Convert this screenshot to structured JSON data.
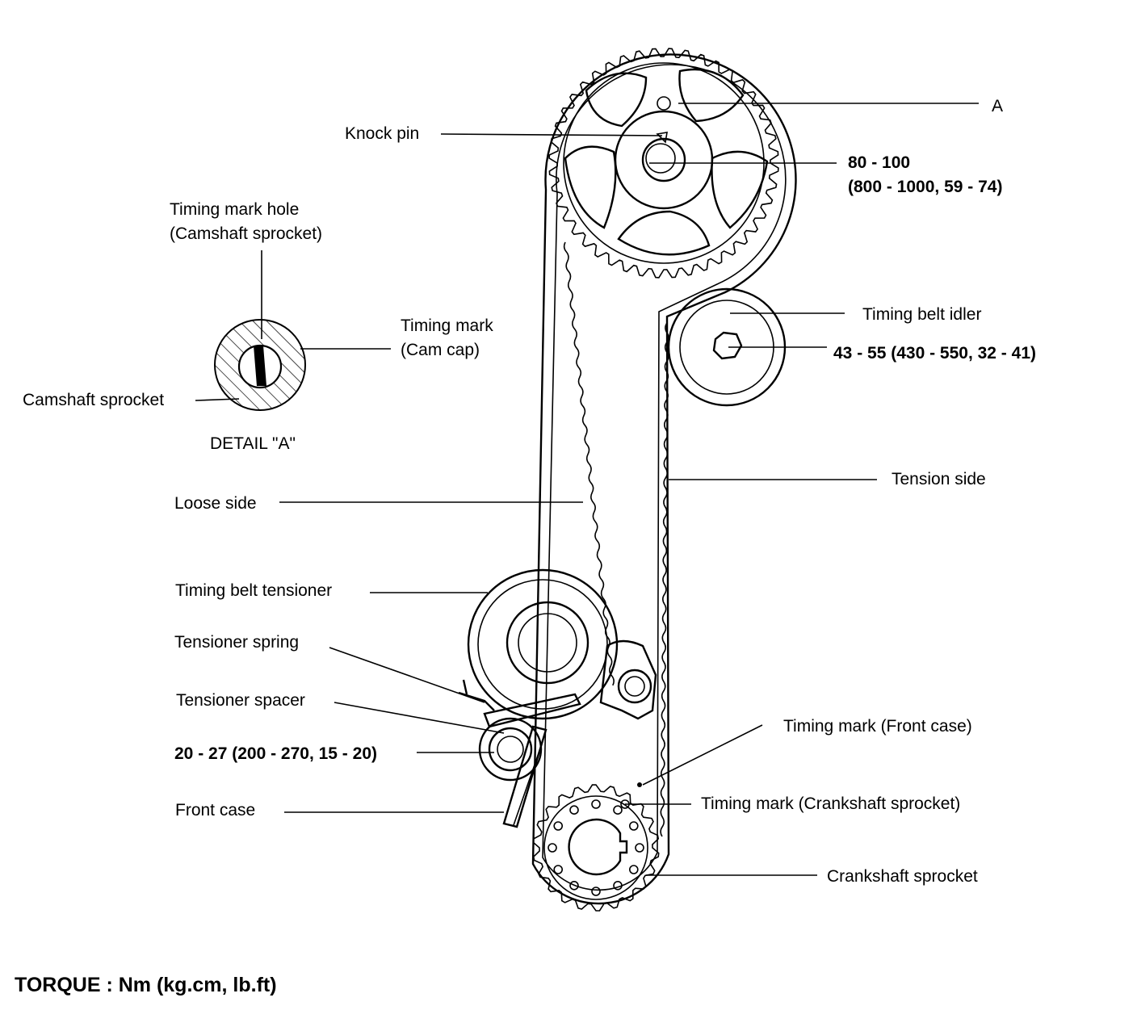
{
  "labels": {
    "a": "A",
    "knock_pin": "Knock pin",
    "cam_torque_1": "80 - 100",
    "cam_torque_2": "(800 - 1000, 59 - 74)",
    "timing_mark_hole_1": "Timing mark hole",
    "timing_mark_hole_2": "(Camshaft sprocket)",
    "timing_mark_cam_1": "Timing mark",
    "timing_mark_cam_2": "(Cam cap)",
    "camshaft_sprocket": "Camshaft sprocket",
    "detail_a": "DETAIL \"A\"",
    "idler": "Timing belt idler",
    "idler_torque": "43 - 55 (430 - 550, 32 - 41)",
    "tension_side": "Tension side",
    "loose_side": "Loose side",
    "tensioner": "Timing belt tensioner",
    "tensioner_spring": "Tensioner spring",
    "tensioner_spacer": "Tensioner spacer",
    "tensioner_torque": "20 - 27 (200 - 270, 15 - 20)",
    "timing_mark_front_case": "Timing mark (Front case)",
    "front_case": "Front case",
    "timing_mark_crank": "Timing mark (Crankshaft sprocket)",
    "crankshaft_sprocket": "Crankshaft sprocket"
  },
  "footer": {
    "torque_units": "TORQUE : Nm (kg.cm, lb.ft)"
  },
  "colors": {
    "ink": "#000000",
    "paper": "#ffffff"
  }
}
